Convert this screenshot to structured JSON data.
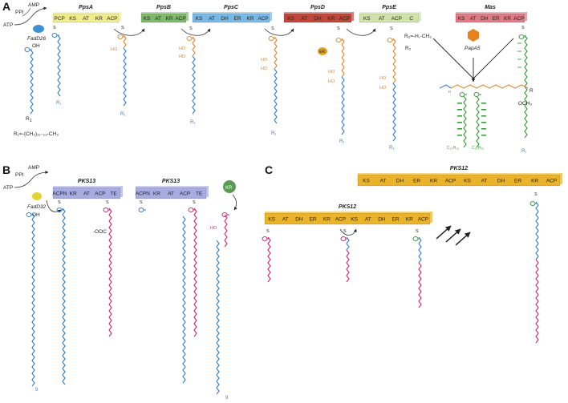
{
  "panels": {
    "a": "A",
    "b": "B",
    "c": "C"
  },
  "colors": {
    "yellow": "#f1ec8a",
    "green": "#7dbb6a",
    "blue": "#79b9e6",
    "red": "#c2473a",
    "lightgreen": "#cfe3a8",
    "pink": "#e27a86",
    "purple": "#a7ace0",
    "gold": "#e9b42a",
    "chain_blue": "#3a7dc5",
    "chain_orange": "#d98a3c",
    "chain_green": "#3f9a3f",
    "chain_pink": "#c4306e"
  },
  "panel_a": {
    "ppi": "PPI",
    "amp": "AMP",
    "atp": "ATP",
    "fadd": "FadD26",
    "oh": "OH",
    "r1": "R",
    "r1_sub": "1",
    "r1_def": "R₁=-(CH₂)₁₁₋₁₃-CH₃",
    "r2_def": "R₂=-H,-CH₃",
    "r2": "R₂",
    "papa": "PapA5",
    "er_small": "ER",
    "och3": "OCH₃",
    "r": "R",
    "c20": "C₂₀H₃₉",
    "c25": "C₂₅H₃₉",
    "n": "n",
    "modules": [
      {
        "title": "PpsA",
        "domains": [
          "PCP",
          "KS",
          "AT",
          "KR",
          "ACP"
        ],
        "color": "yellow"
      },
      {
        "title": "PpsB",
        "domains": [
          "KS",
          "AT",
          "KR",
          "ACP"
        ],
        "color": "green"
      },
      {
        "title": "PpsC",
        "domains": [
          "KS",
          "AT",
          "DH",
          "ER",
          "KR",
          "ACP"
        ],
        "color": "blue"
      },
      {
        "title": "PpsD",
        "domains": [
          "KS",
          "AT",
          "DH",
          "KR",
          "ACP"
        ],
        "color": "red"
      },
      {
        "title": "PpsE",
        "domains": [
          "KS",
          "AT",
          "ACP",
          "C"
        ],
        "color": "lightgreen"
      },
      {
        "title": "Mas",
        "domains": [
          "KS",
          "AT",
          "DH",
          "ER",
          "KR",
          "ACP"
        ],
        "color": "pink"
      }
    ]
  },
  "panel_b": {
    "ppi": "PPI",
    "amp": "AMP",
    "atp": "ATP",
    "fadd": "FadD32",
    "oh": "OH",
    "carboxylate": "-OOC",
    "kr": "KR",
    "n9": "9",
    "modules": [
      {
        "title": "PKS13",
        "domains": [
          "ACPN",
          "KR",
          "AT",
          "ACP",
          "TE"
        ]
      },
      {
        "title": "PKS13",
        "domains": [
          "ACPN",
          "KR",
          "AT",
          "ACP",
          "TE"
        ]
      }
    ]
  },
  "panel_c": {
    "modules": [
      {
        "title": "PKS12",
        "domains": [
          "KS",
          "AT",
          "DH",
          "ER",
          "KR",
          "ACP",
          "KS",
          "AT",
          "DH",
          "ER",
          "KR",
          "ACP"
        ]
      },
      {
        "title": "PKS12",
        "domains": [
          "KS",
          "AT",
          "DH",
          "ER",
          "KR",
          "ACP",
          "KS",
          "AT",
          "DH",
          "ER",
          "KR",
          "ACP"
        ]
      }
    ]
  }
}
